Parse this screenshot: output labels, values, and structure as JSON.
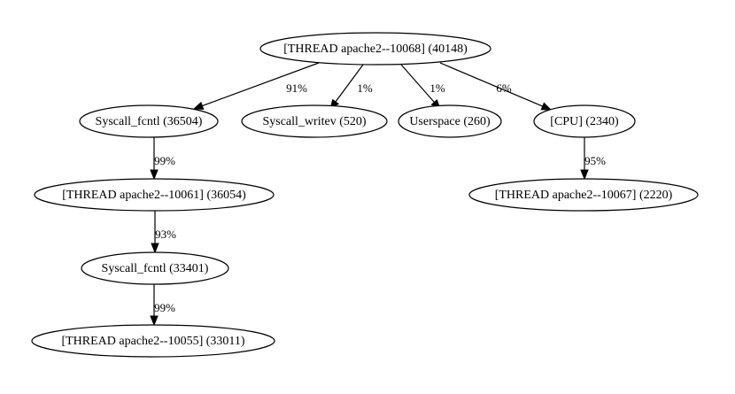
{
  "graph": {
    "nodes": [
      {
        "id": "n0",
        "label": "[THREAD apache2--10068] (40148)"
      },
      {
        "id": "n1",
        "label": "Syscall_fcntl (36504)"
      },
      {
        "id": "n2",
        "label": "Syscall_writev (520)"
      },
      {
        "id": "n3",
        "label": "Userspace (260)"
      },
      {
        "id": "n4",
        "label": "[CPU] (2340)"
      },
      {
        "id": "n5",
        "label": "[THREAD apache2--10061] (36054)"
      },
      {
        "id": "n6",
        "label": "[THREAD apache2--10067] (2220)"
      },
      {
        "id": "n7",
        "label": "Syscall_fcntl (33401)"
      },
      {
        "id": "n8",
        "label": "[THREAD apache2--10055] (33011)"
      }
    ],
    "edges": [
      {
        "id": "e0",
        "from": "n0",
        "to": "n1",
        "label": "91%"
      },
      {
        "id": "e1",
        "from": "n0",
        "to": "n2",
        "label": "1%"
      },
      {
        "id": "e2",
        "from": "n0",
        "to": "n3",
        "label": "1%"
      },
      {
        "id": "e3",
        "from": "n0",
        "to": "n4",
        "label": "6%"
      },
      {
        "id": "e4",
        "from": "n1",
        "to": "n5",
        "label": "99%"
      },
      {
        "id": "e5",
        "from": "n4",
        "to": "n6",
        "label": "95%"
      },
      {
        "id": "e6",
        "from": "n5",
        "to": "n7",
        "label": "93%"
      },
      {
        "id": "e7",
        "from": "n7",
        "to": "n8",
        "label": "99%"
      }
    ]
  }
}
